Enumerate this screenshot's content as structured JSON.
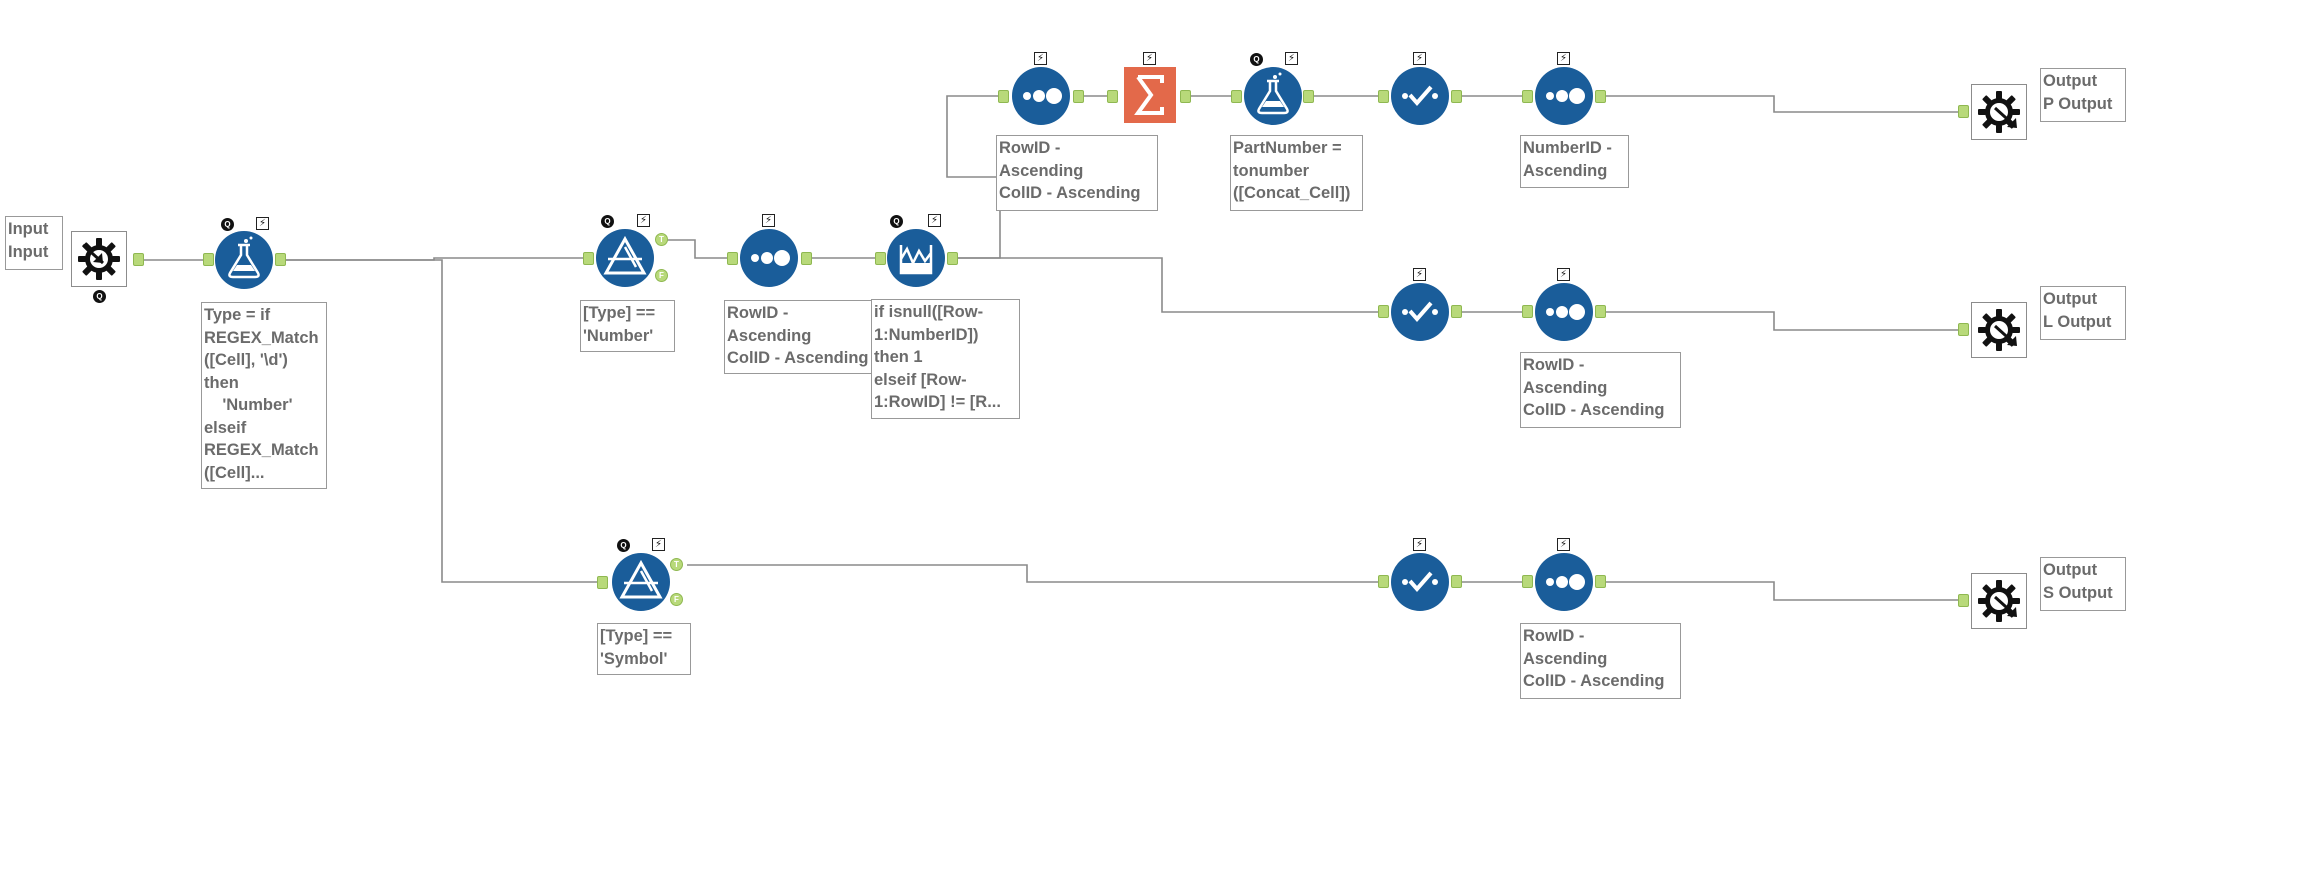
{
  "colors": {
    "tool_blue": "#1a5d9a",
    "summarize_orange": "#e3694a",
    "anchor_green": "#b8d97a",
    "wire_gray": "#8a8a8a",
    "annotation_text": "#6b6b6b"
  },
  "badges": {
    "q": "Q",
    "lightning": "⚡"
  },
  "anchors": {
    "true": "T",
    "false": "F"
  },
  "tools": [
    {
      "id": "input",
      "kind": "macro-input",
      "icon": "macro-input-icon"
    },
    {
      "id": "formula_type",
      "kind": "formula",
      "icon": "flask-icon"
    },
    {
      "id": "filter_number",
      "kind": "filter",
      "icon": "filter-icon"
    },
    {
      "id": "sort_row_col",
      "kind": "sort",
      "icon": "sort-icon"
    },
    {
      "id": "multi_row",
      "kind": "multi-row-formula",
      "icon": "multi-row-icon"
    },
    {
      "id": "sort_top",
      "kind": "sort",
      "icon": "sort-icon"
    },
    {
      "id": "summarize",
      "kind": "summarize",
      "icon": "sigma-icon"
    },
    {
      "id": "formula_partnumber",
      "kind": "formula",
      "icon": "flask-icon"
    },
    {
      "id": "select_top",
      "kind": "select",
      "icon": "checkmark-icon"
    },
    {
      "id": "sort_numberid",
      "kind": "sort",
      "icon": "sort-icon"
    },
    {
      "id": "output_p",
      "kind": "macro-output",
      "icon": "macro-output-icon"
    },
    {
      "id": "select_mid",
      "kind": "select",
      "icon": "checkmark-icon"
    },
    {
      "id": "sort_mid",
      "kind": "sort",
      "icon": "sort-icon"
    },
    {
      "id": "output_l",
      "kind": "macro-output",
      "icon": "macro-output-icon"
    },
    {
      "id": "filter_symbol",
      "kind": "filter",
      "icon": "filter-icon"
    },
    {
      "id": "select_bot",
      "kind": "select",
      "icon": "checkmark-icon"
    },
    {
      "id": "sort_bot",
      "kind": "sort",
      "icon": "sort-icon"
    },
    {
      "id": "output_s",
      "kind": "macro-output",
      "icon": "macro-output-icon"
    }
  ],
  "annotations": {
    "input": "Input\nInput",
    "formula_type": "Type = if\nREGEX_Match\n([Cell], '\\d')\nthen\n    'Number'\nelseif\nREGEX_Match\n([Cell]...",
    "filter_number": "[Type] ==\n'Number'",
    "sort_row_col": "RowID -\nAscending\nColID - Ascending",
    "multi_row": "if isnull([Row-\n1:NumberID])\nthen 1\nelseif [Row-\n1:RowID] != [R...",
    "sort_top": "RowID -\nAscending\nColID - Ascending",
    "formula_partnumber": "PartNumber =\ntonumber\n([Concat_Cell])",
    "sort_numberid": "NumberID -\nAscending",
    "output_p": "Output\nP Output",
    "sort_mid": "RowID -\nAscending\nColID - Ascending",
    "output_l": "Output\nL Output",
    "filter_symbol": "[Type] ==\n'Symbol'",
    "sort_bot": "RowID -\nAscending\nColID - Ascending",
    "output_s": "Output\nS Output"
  }
}
